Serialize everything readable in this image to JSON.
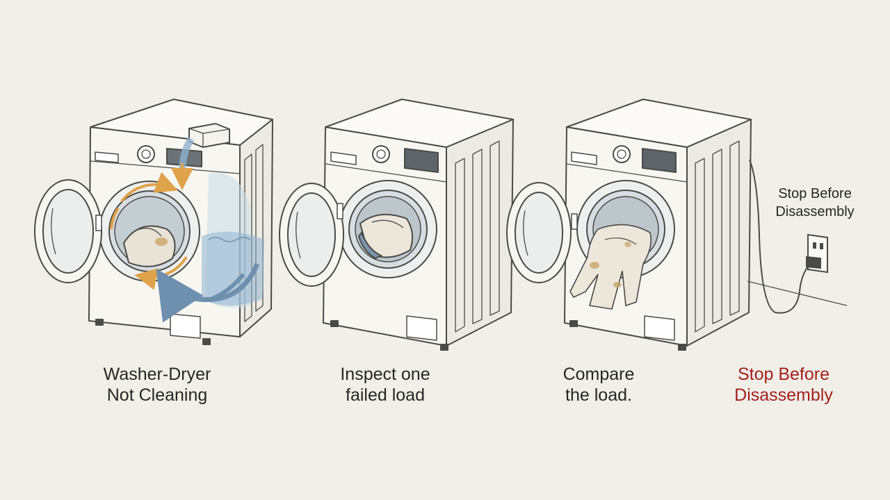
{
  "steps": [
    {
      "line1": "Washer-Dryer",
      "line2": "Not Cleaning"
    },
    {
      "line1": "Inspect one",
      "line2": "failed load"
    },
    {
      "line1": "Compare",
      "line2": "the load."
    },
    {
      "line1": "Stop Before",
      "line2": "Disassembly"
    }
  ],
  "callout": {
    "line1": "Stop Before",
    "line2": "Disassembly"
  },
  "colors": {
    "background": "#f1efe7",
    "line": "#4a4a48",
    "water": "#8fb3cf",
    "flow_arrow": "#e0a24a",
    "warning_text": "#a3201f"
  }
}
